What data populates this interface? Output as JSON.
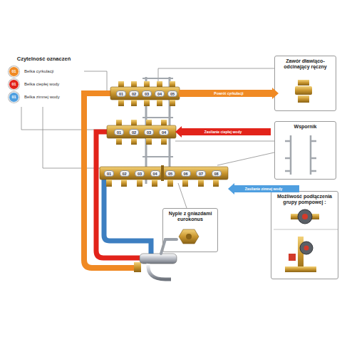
{
  "diagram": {
    "nodes": [
      {
        "text": [
          "Czytelność oznaczeń"
        ]
      },
      {
        "text": [
          "Zawór dławiąco-odcinający ręczny"
        ]
      },
      {
        "text": [
          "Wspornik"
        ]
      },
      {
        "text": [
          "Możliwość podłączenia grupy pompowej :"
        ]
      },
      {
        "text": [
          "Nyple z gniazdami eurokonus"
        ]
      },
      {
        "text": [
          "Powrót cyrkulacji"
        ]
      },
      {
        "text": [
          "Zasilanie ciepłej wody"
        ]
      },
      {
        "text": [
          "Zasilanie zimnej wody"
        ]
      }
    ],
    "labels": [
      "01",
      "01",
      "01",
      "01",
      "02",
      "03",
      "04",
      "05",
      "01",
      "02",
      "03",
      "04",
      "01",
      "02",
      "03",
      "04",
      "05",
      "06",
      "07",
      "08"
    ],
    "legend": [
      {
        "text": "Belka cyrkulacji",
        "color": "#f08a24"
      },
      {
        "text": "Belka ciepłej wody",
        "color": "#e2231a"
      },
      {
        "text": "Belka zimnej wody",
        "color": "#4f9fe0"
      }
    ]
  }
}
